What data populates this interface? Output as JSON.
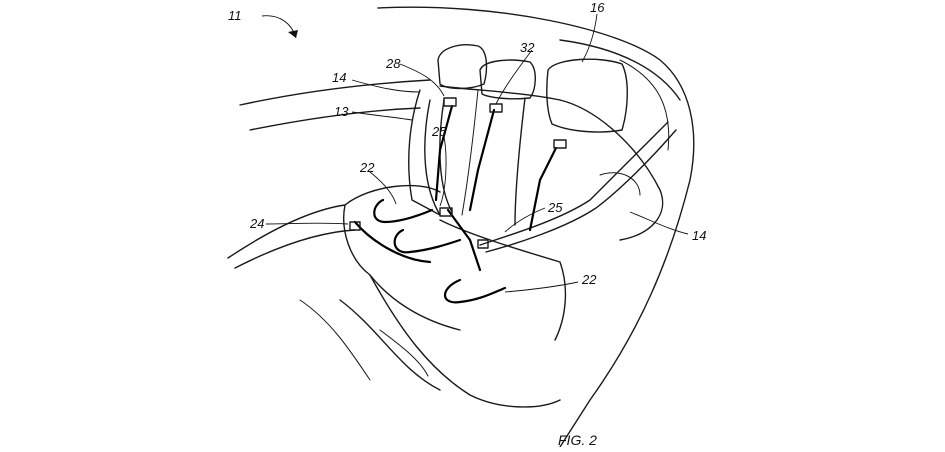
{
  "figure": {
    "caption": "FIG. 2",
    "labels": {
      "assembly": "11",
      "headrest_top": "16",
      "wire_center": "32",
      "wire_left": "28",
      "belt_left": "14",
      "panel": "13",
      "belt_right": "14",
      "wire_seat_left": "25",
      "wire_seat_right": "25",
      "sensor_upper": "22",
      "sensor_lower": "22",
      "harness": "24"
    }
  }
}
